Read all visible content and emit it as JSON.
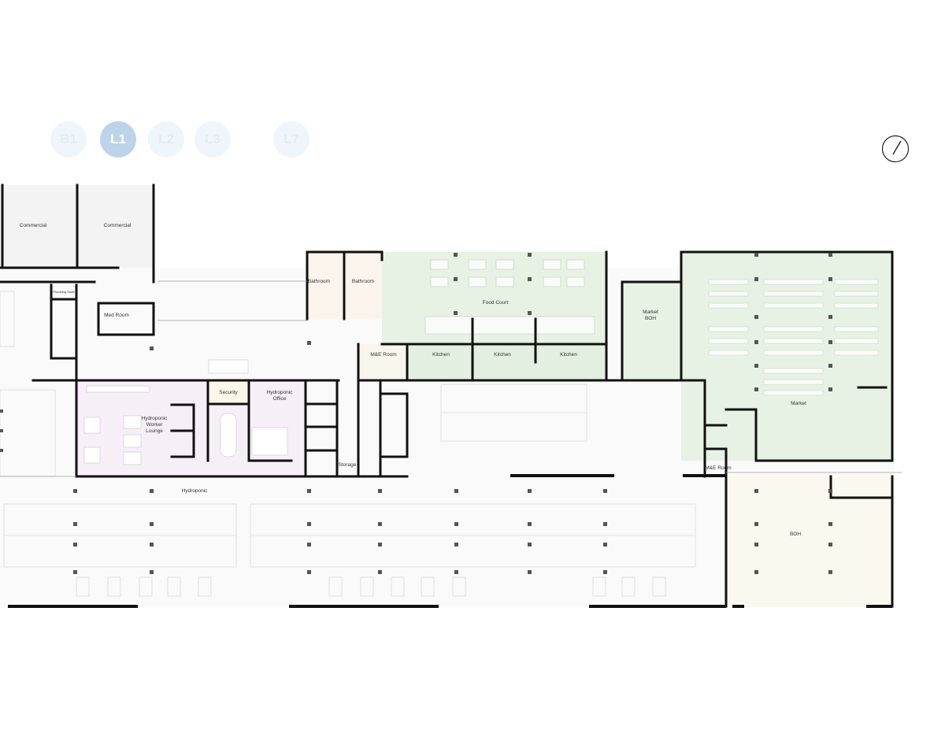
{
  "levels": [
    {
      "label": "B1",
      "active": false
    },
    {
      "label": "L1",
      "active": true
    },
    {
      "label": "L2",
      "active": false
    },
    {
      "label": "L3",
      "active": false
    },
    {
      "label": "L7",
      "active": false
    }
  ],
  "compass": {
    "icon": "north-arrow-icon"
  },
  "rooms": {
    "commercial_1": "Commercial",
    "commercial_2": "Commercial",
    "plumbing": "Plumbing Shaft",
    "med_room": "Med Room",
    "bathroom_1": "Bathroom",
    "bathroom_2": "Bathroom",
    "food_court": "Food Court",
    "market_boh_1": "Market",
    "market_boh_2": "BOH",
    "me_room_1": "M&E Room",
    "kitchen_1": "Kitchen",
    "kitchen_2": "Kitchen",
    "kitchen_3": "Kitchen",
    "security": "Security",
    "hydro_office_1": "Hydroponic",
    "hydro_office_2": "Office",
    "hydro_lounge_1": "Hydroponic",
    "hydro_lounge_2": "Worker",
    "hydro_lounge_3": "Lounge",
    "storage": "Storage",
    "market": "Market",
    "me_room_2": "M&E Room",
    "hydroponic": "Hydroponic",
    "boh": "BOH"
  },
  "colors": {
    "wall": "#111111",
    "food_zone": "#e6f1e3",
    "hydro_zone": "#f6eef6",
    "boh_zone": "#fbf7ef",
    "commercial_zone": "#f2f2f2",
    "level_active": "#bcd3ea",
    "level_inactive": "#f0f5fb"
  }
}
